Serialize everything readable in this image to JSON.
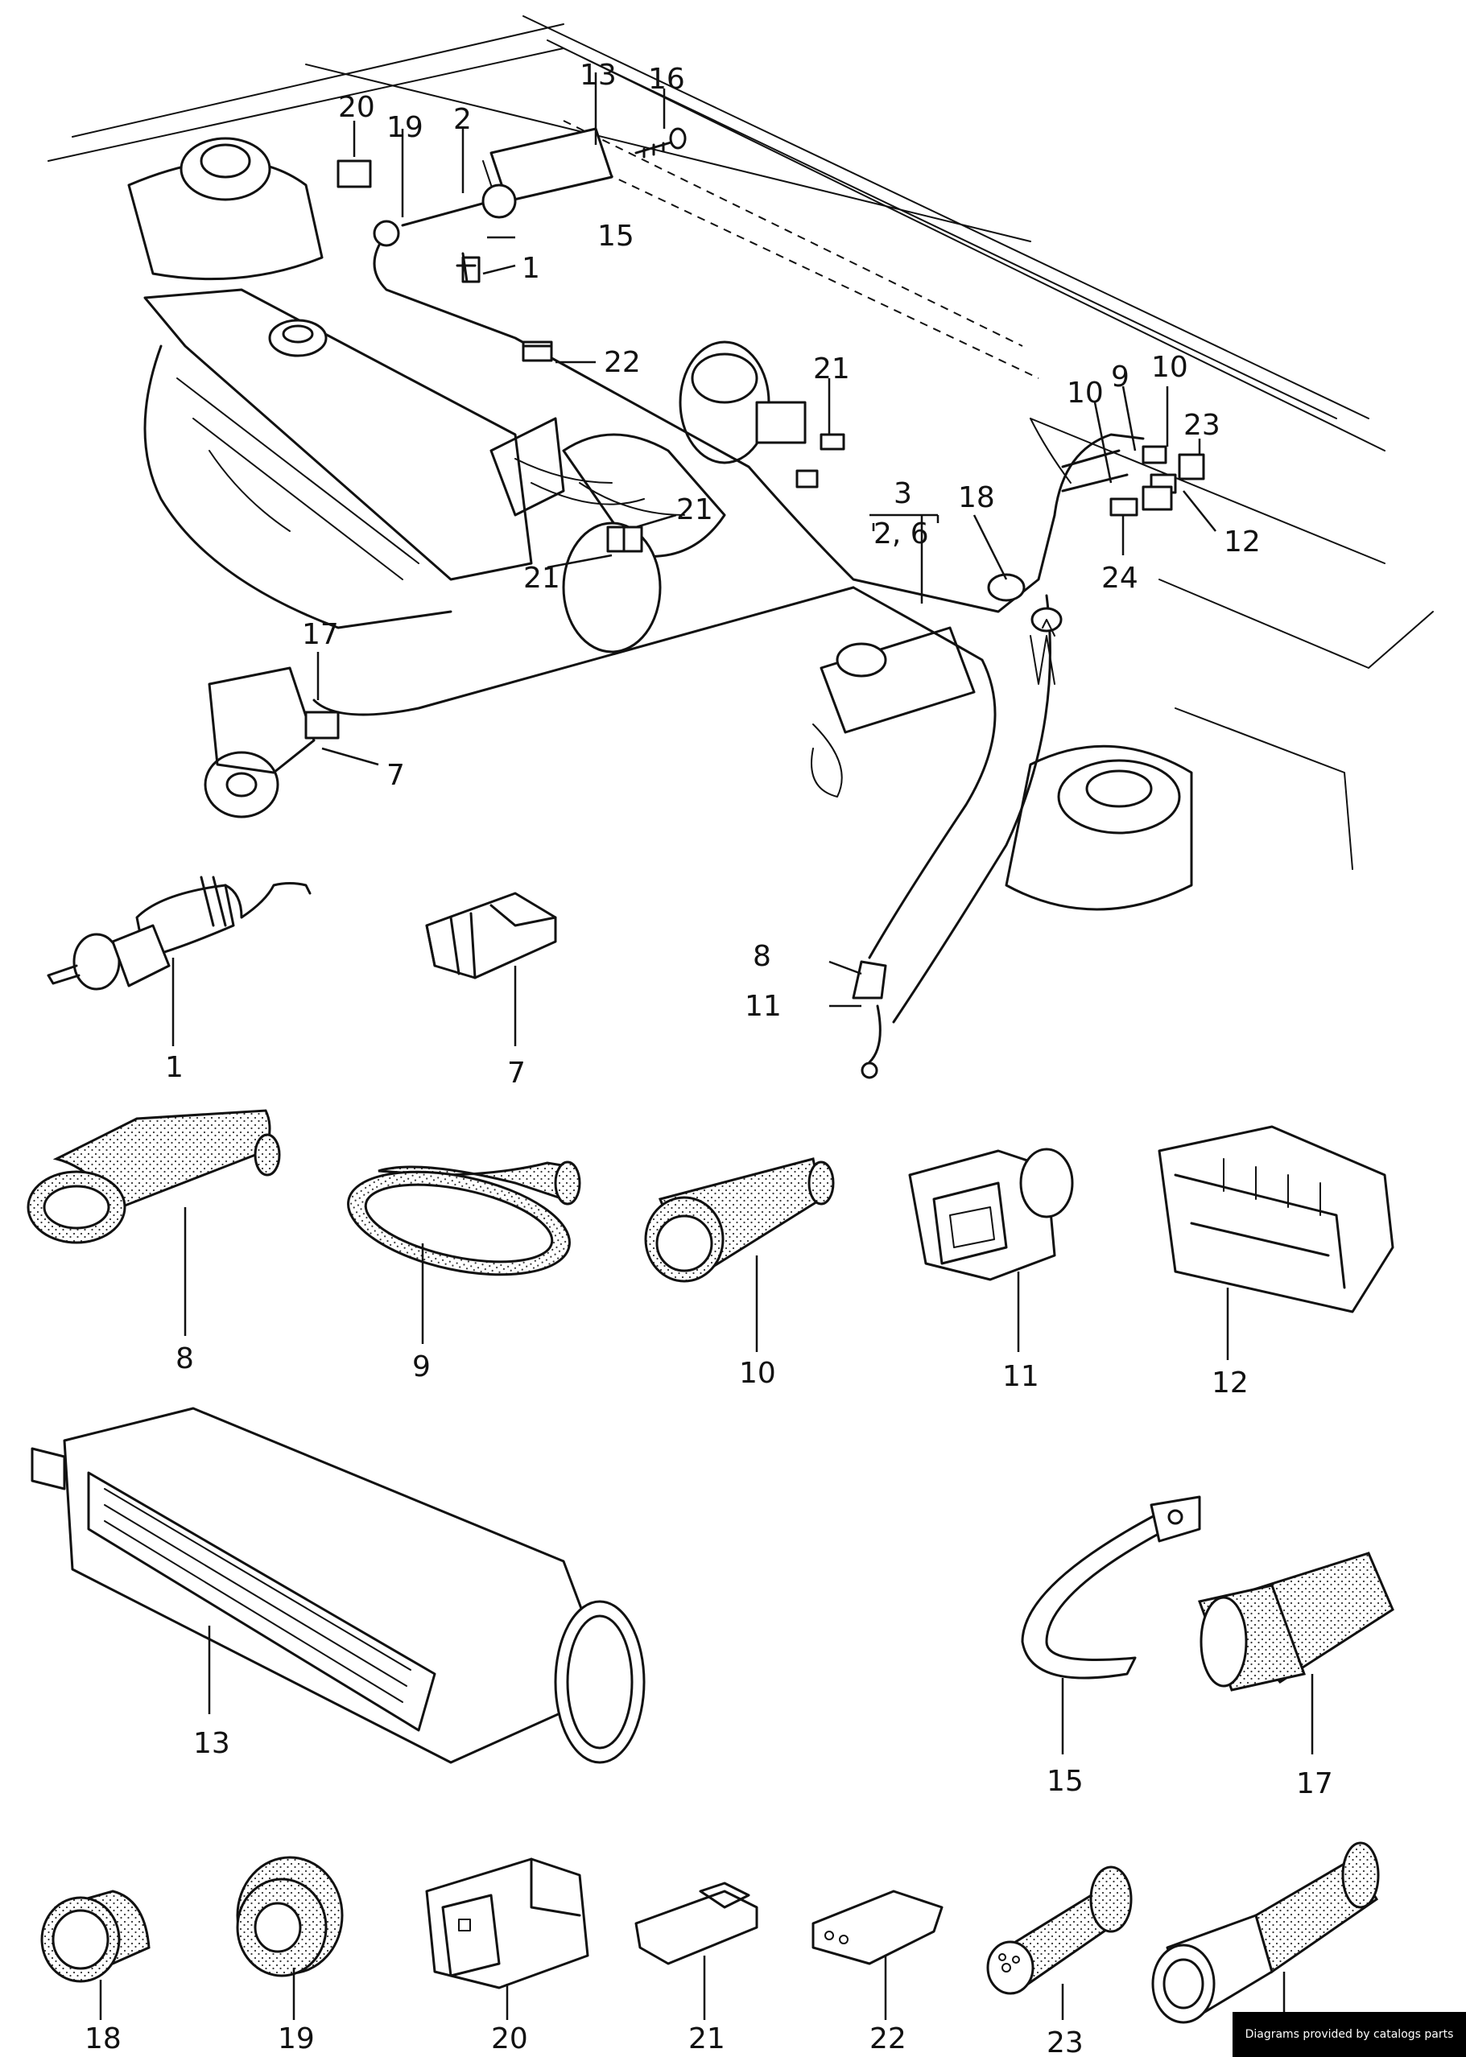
{
  "callouts": {
    "c1": "1",
    "c2": "2",
    "c3": "3",
    "c26": "2, 6",
    "c7": "7",
    "c8": "8",
    "c9": "9",
    "c10a": "10",
    "c10b": "10",
    "c11": "11",
    "c12": "12",
    "c13": "13",
    "c15": "15",
    "c16": "16",
    "c17": "17",
    "c18": "18",
    "c19": "19",
    "c20": "20",
    "c21a": "21",
    "c21b": "21",
    "c21c": "21",
    "c22": "22",
    "c23": "23",
    "c24": "24"
  },
  "parts": {
    "p1": "1",
    "p7": "7",
    "p8": "8",
    "p11b": "11",
    "p8c": "8",
    "p9": "9",
    "p10": "10",
    "p11": "11",
    "p12": "12",
    "p13": "13",
    "p15": "15",
    "p17": "17",
    "p18": "18",
    "p19": "19",
    "p20": "20",
    "p21": "21",
    "p22": "22",
    "p23": "23"
  },
  "footer": {
    "credit": "Diagrams provided by catalogs parts"
  }
}
